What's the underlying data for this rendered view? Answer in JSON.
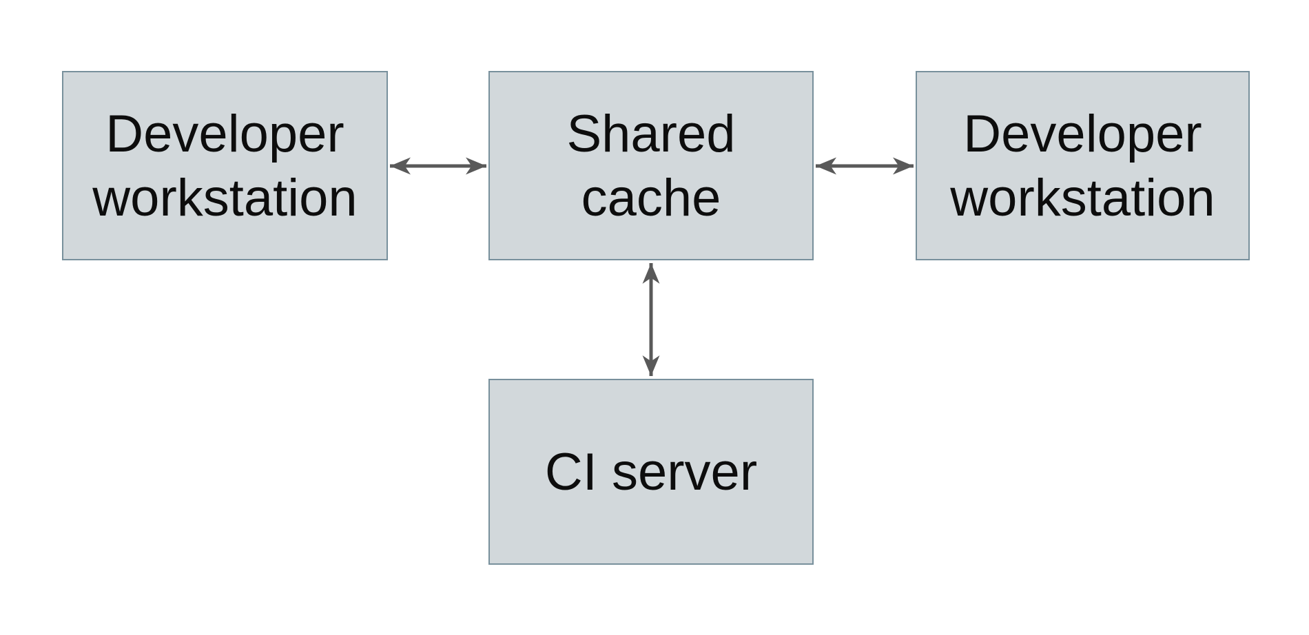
{
  "nodes": {
    "left_workstation": {
      "label": "Developer\nworkstation"
    },
    "shared_cache": {
      "label": "Shared\ncache"
    },
    "right_workstation": {
      "label": "Developer\nworkstation"
    },
    "ci_server": {
      "label": "CI server"
    }
  },
  "edges": [
    {
      "from": "left_workstation",
      "to": "shared_cache",
      "direction": "bidirectional"
    },
    {
      "from": "shared_cache",
      "to": "right_workstation",
      "direction": "bidirectional"
    },
    {
      "from": "shared_cache",
      "to": "ci_server",
      "direction": "bidirectional"
    }
  ],
  "colors": {
    "background": "#ffffff",
    "node_fill": "#d2d8db",
    "node_border": "#78909c",
    "arrow": "#595959",
    "text": "#0d0d0d"
  }
}
